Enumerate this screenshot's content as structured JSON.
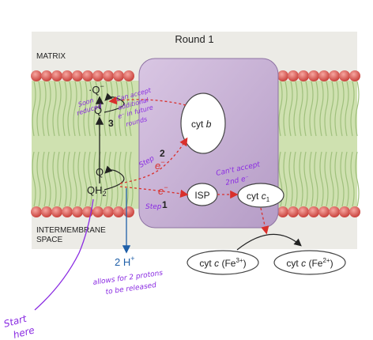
{
  "title": "Round 1",
  "regions": {
    "matrix": "MATRIX",
    "intermembrane_line1": "INTERMEMBRANE",
    "intermembrane_line2": "SPACE"
  },
  "molecules": {
    "q_radical": "·Q",
    "q_radical_charge": "−",
    "q_upper": "Q",
    "q_lower": "Q",
    "qh2": "QH",
    "qh2_sub": "2",
    "electron_top": "e",
    "electron_bottom": "e",
    "electron_charge": "−",
    "protons": "2 H",
    "protons_charge": "+"
  },
  "proteins": {
    "cyt_b": "cyt",
    "cyt_b_italic": "b",
    "isp": "ISP",
    "cyt_c1": "cyt",
    "cyt_c1_italic": "c",
    "cyt_c1_sub": "1"
  },
  "cytochrome_c": {
    "oxidized_prefix": "cyt",
    "oxidized_italic": "c",
    "oxidized_state": "(Fe",
    "oxidized_sup": "3+",
    "oxidized_close": ")",
    "reduced_prefix": "cyt",
    "reduced_italic": "c",
    "reduced_state": "(Fe",
    "reduced_sup": "2+",
    "reduced_close": ")"
  },
  "steps": {
    "step1": "1",
    "step2": "2",
    "step3": "3"
  },
  "annotations": {
    "soon_line1": "Soon",
    "soon_line2": "reduced",
    "can_accept_line1": "Can accept",
    "can_accept_line2": "additional",
    "can_accept_line3": "e⁻ in future",
    "can_accept_line4": "rounds",
    "step2_note": "Step",
    "step1_note": "Step",
    "cant_accept_line1": "Can't accept",
    "cant_accept_line2": "2nd e⁻",
    "protons_note_line1": "allows for 2 protons",
    "protons_note_line2": "to be released",
    "start_line1": "Start",
    "start_line2": "here"
  },
  "colors": {
    "membrane_green": "#cfe1b0",
    "lipid_head": "#e0605a",
    "complex_fill": "#c9b4d6",
    "electron_red": "#d9302c",
    "proton_blue": "#1f5fa8",
    "handwriting": "#8a2be2"
  }
}
